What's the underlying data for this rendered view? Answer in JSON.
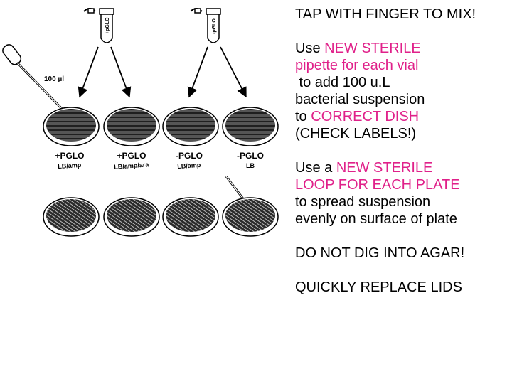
{
  "colors": {
    "highlight": "#e0218a",
    "text": "#000000"
  },
  "figure": {
    "tube_labels": [
      "+pGLO",
      "-pGLO"
    ],
    "pipette_label": "100 µl",
    "plates": [
      {
        "label": "+PGLO",
        "medium": "LB/amp"
      },
      {
        "label": "+PGLO",
        "medium": "LB/amp/ara"
      },
      {
        "label": "-PGLO",
        "medium": "LB/amp"
      },
      {
        "label": "-PGLO",
        "medium": "LB"
      }
    ]
  },
  "instructions": {
    "p1": "TAP WITH FINGER TO MIX!",
    "p2": {
      "a": "Use ",
      "b": "NEW STERILE",
      "c": "pipette for each vial",
      "d": " to add 100 u.L",
      "e": "bacterial suspension",
      "f": "to ",
      "g": "CORRECT DISH",
      "h": "(CHECK LABELS!)"
    },
    "p3": {
      "a": "Use a ",
      "b": "NEW STERILE",
      "c": "LOOP FOR EACH PLATE",
      "d": "to spread suspension",
      "e": "evenly on surface of plate"
    },
    "p4": "DO NOT DIG INTO AGAR!",
    "p5": "QUICKLY REPLACE LIDS"
  }
}
